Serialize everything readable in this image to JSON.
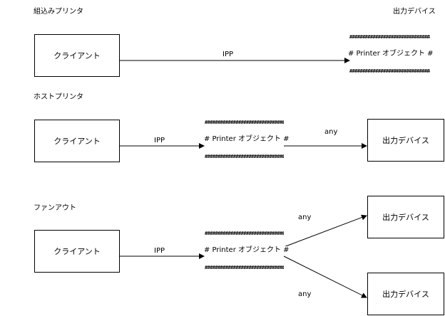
{
  "sections": {
    "embedded": {
      "title": "組込みプリンタ",
      "device_header": "出力デバイス"
    },
    "host": {
      "title": "ホストプリンタ"
    },
    "fanout": {
      "title": "ファンアウト"
    }
  },
  "labels": {
    "client": "クライアント",
    "device": "出力デバイス",
    "printer_object": "# Printer オブジェクト #",
    "hash_row": "####################################",
    "ipp": "IPP",
    "any": "any"
  }
}
